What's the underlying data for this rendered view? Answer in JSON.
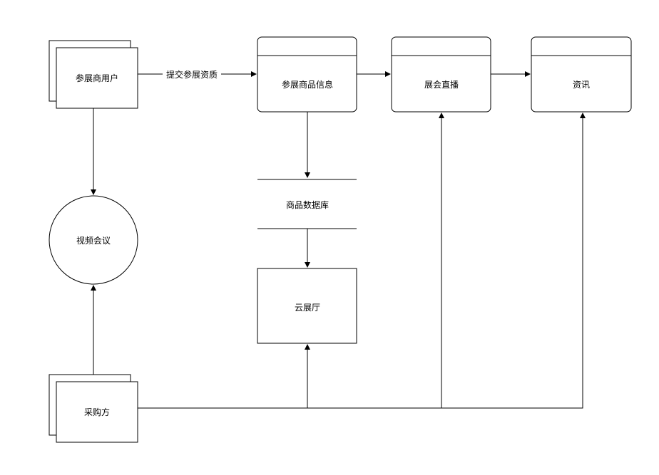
{
  "diagram": {
    "nodes": {
      "exhibitor_user": "参展商用户",
      "exhibitor_goods": "参展商品信息",
      "live": "展会直播",
      "news": "资讯",
      "goods_db": "商品数据库",
      "video_meeting": "视频会议",
      "cloud_hall": "云展厅",
      "buyer": "采购方"
    },
    "edges": {
      "submit_label": "提交参展资质"
    }
  }
}
